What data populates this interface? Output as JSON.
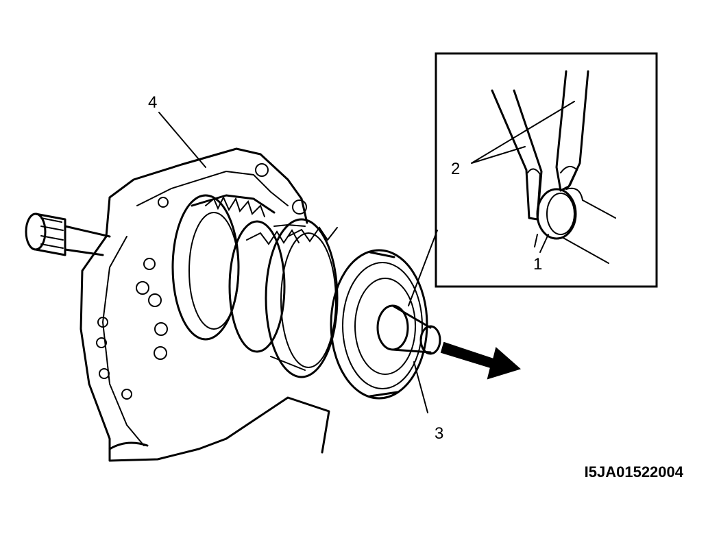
{
  "callouts": [
    {
      "label": "4"
    },
    {
      "label": "2"
    },
    {
      "label": "1"
    },
    {
      "label": "3"
    }
  ],
  "figure_code": "I5JA01522004"
}
